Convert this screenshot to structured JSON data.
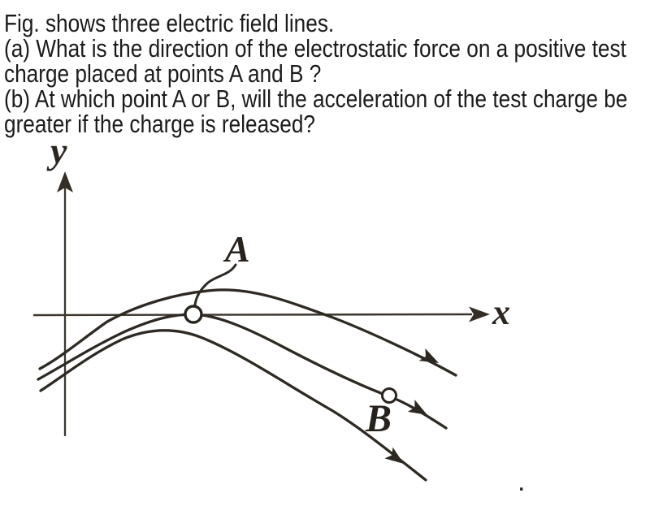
{
  "problem": {
    "lines": [
      "Fig. shows three electric field lines.",
      "(a) What is the direction of the electrostatic force on a positive test",
      "charge placed at points A and B ?",
      "(b) At which point A or B, will the acceleration of the test charge be",
      "greater if the charge is released?"
    ]
  },
  "figure": {
    "labels": {
      "y_axis": "y",
      "x_axis": "x",
      "point_a": "A",
      "point_b": "B"
    },
    "trailing_period": ".",
    "colors": {
      "ink": "#2e2922",
      "axis_ink": "#3b352d",
      "text": "#1b1b1b"
    }
  }
}
